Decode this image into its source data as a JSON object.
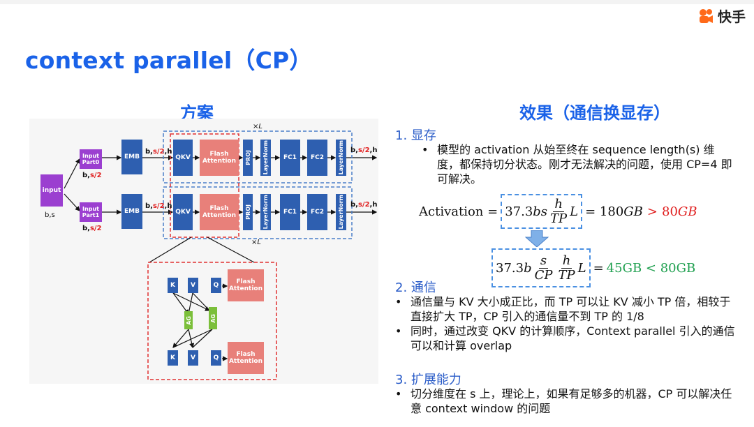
{
  "header": {
    "logo_text": "快手"
  },
  "title": "context parallel（CP）",
  "left": {
    "heading": "方案",
    "diagram": {
      "input": "input",
      "input_dims": "b,s",
      "part0": "Input Part0",
      "part1": "Input Part1",
      "part_dims_prefix": "b,",
      "part_dims_suffix": "s/2",
      "emb": "EMB",
      "emb_out_prefix": "b,",
      "emb_out_red": "s/2",
      "emb_out_suffix": ",h",
      "qkv": "QKV",
      "flash": "Flash Attention",
      "proj": "PROJ",
      "layernorm": "LayerNorm",
      "fc1": "FC1",
      "fc2": "FC2",
      "out_prefix": "b,",
      "out_red": "s/2",
      "out_suffix": ",h",
      "times_l": "×L",
      "k": "K",
      "v": "V",
      "q": "Q",
      "ag": "AG"
    }
  },
  "right": {
    "heading": "效果（通信换显存）",
    "s1_title": "1. 显存",
    "s1_bullet": "模型的 activation 从始至终在 sequence length(s) 维度，都保持切分状态。刚才无法解决的问题，使用 CP=4 即可解决。",
    "eq1": {
      "prefix": "Activation =",
      "coef": "37.3",
      "bs": "bs",
      "h": "h",
      "tp": "TP",
      "L": "L",
      "eq": "= 180",
      "gb": "GB",
      "gt": ">",
      "limit": "80",
      "gb2": "GB"
    },
    "eq2": {
      "coef": "37.3",
      "b": "b",
      "s": "s",
      "cp": "CP",
      "h": "h",
      "tp": "TP",
      "L": "L",
      "eq": "=",
      "result": "45GB < 80GB"
    },
    "s2_title": "2. 通信",
    "s2_bullets": [
      "通信量与 KV 大小成正比，而 TP 可以让 KV 减小 TP 倍，相较于直接扩大 TP，CP 引入的通信量不到 TP 的 1/8",
      "同时，通过改变 QKV 的计算顺序，Context parallel 引入的通信可以和计算 overlap"
    ],
    "s3_title": "3. 扩展能力",
    "s3_bullet": "切分维度在 s 上，理论上，如果有足够多的机器，CP 可以解决任意 context window 的问题",
    "bullet_char": "•"
  },
  "colors": {
    "accent": "#1a62e8",
    "red": "#e02020",
    "green": "#20a050",
    "dash": "#4a90e2"
  }
}
